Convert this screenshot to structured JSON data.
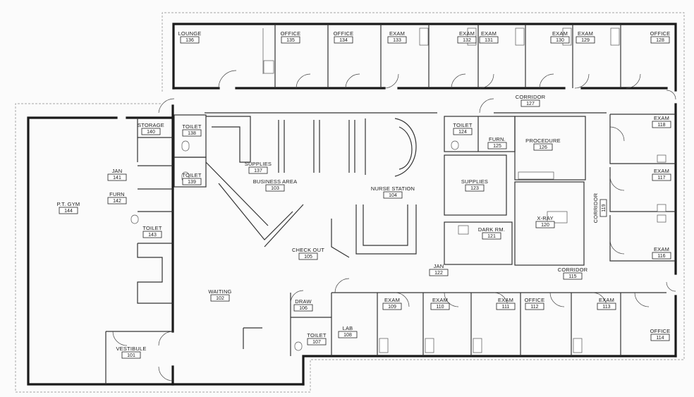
{
  "plan": {
    "rooms": [
      {
        "key": "lounge",
        "label": "LOUNGE",
        "num": "136"
      },
      {
        "key": "office135",
        "label": "OFFICE",
        "num": "135"
      },
      {
        "key": "office134",
        "label": "OFFICE",
        "num": "134"
      },
      {
        "key": "exam133",
        "label": "EXAM",
        "num": "133"
      },
      {
        "key": "exam132",
        "label": "EXAM",
        "num": "132"
      },
      {
        "key": "exam131",
        "label": "EXAM",
        "num": "131"
      },
      {
        "key": "exam130",
        "label": "EXAM",
        "num": "130"
      },
      {
        "key": "exam129",
        "label": "EXAM",
        "num": "129"
      },
      {
        "key": "office128",
        "label": "OFFICE",
        "num": "128"
      },
      {
        "key": "corridor127",
        "label": "CORRIDOR",
        "num": "127"
      },
      {
        "key": "storage140",
        "label": "STORAGE",
        "num": "140"
      },
      {
        "key": "toilet138",
        "label": "TOILET",
        "num": "138"
      },
      {
        "key": "supplies137",
        "label": "SUPPLIES",
        "num": "137"
      },
      {
        "key": "business103",
        "label": "BUSINESS AREA",
        "num": "103"
      },
      {
        "key": "nurse104",
        "label": "NURSE STATION",
        "num": "104"
      },
      {
        "key": "toilet124",
        "label": "TOILET",
        "num": "124"
      },
      {
        "key": "furn125",
        "label": "FURN.",
        "num": "125"
      },
      {
        "key": "procedure126",
        "label": "PROCEDURE",
        "num": "126"
      },
      {
        "key": "exam118",
        "label": "EXAM",
        "num": "118"
      },
      {
        "key": "jan141",
        "label": "JAN",
        "num": "141"
      },
      {
        "key": "toilet139",
        "label": "TOILET",
        "num": "139"
      },
      {
        "key": "supplies123",
        "label": "SUPPLIES",
        "num": "123"
      },
      {
        "key": "exam117",
        "label": "EXAM",
        "num": "117"
      },
      {
        "key": "furn142",
        "label": "FURN",
        "num": "142"
      },
      {
        "key": "ptgym144",
        "label": "P.T. GYM",
        "num": "144"
      },
      {
        "key": "toilet143",
        "label": "TOILET",
        "num": "143"
      },
      {
        "key": "xray120",
        "label": "X-RAY",
        "num": "120"
      },
      {
        "key": "darkrm121",
        "label": "DARK RM.",
        "num": "121"
      },
      {
        "key": "checkout105",
        "label": "CHECK OUT",
        "num": "105"
      },
      {
        "key": "exam116",
        "label": "EXAM",
        "num": "116"
      },
      {
        "key": "jan122",
        "label": "JAN",
        "num": "122"
      },
      {
        "key": "corridor115",
        "label": "CORRIDOR",
        "num": "115"
      },
      {
        "key": "waiting102",
        "label": "WAITING",
        "num": "102"
      },
      {
        "key": "draw106",
        "label": "DRAW",
        "num": "106"
      },
      {
        "key": "exam109",
        "label": "EXAM",
        "num": "109"
      },
      {
        "key": "exam110",
        "label": "EXAM",
        "num": "110"
      },
      {
        "key": "exam111",
        "label": "EXAM",
        "num": "111"
      },
      {
        "key": "office112",
        "label": "OFFICE",
        "num": "112"
      },
      {
        "key": "exam113",
        "label": "EXAM",
        "num": "113"
      },
      {
        "key": "lab108",
        "label": "LAB",
        "num": "108"
      },
      {
        "key": "toilet107",
        "label": "TOILET",
        "num": "107"
      },
      {
        "key": "office114",
        "label": "OFFICE",
        "num": "114"
      },
      {
        "key": "vestibule101",
        "label": "VESTIBULE",
        "num": "101"
      }
    ],
    "corridor119": {
      "label": "CORRIDOR",
      "num": "119"
    },
    "colors": {
      "wall": "#1a1a1a",
      "paper": "#fbfbfb",
      "line": "#333333"
    }
  }
}
